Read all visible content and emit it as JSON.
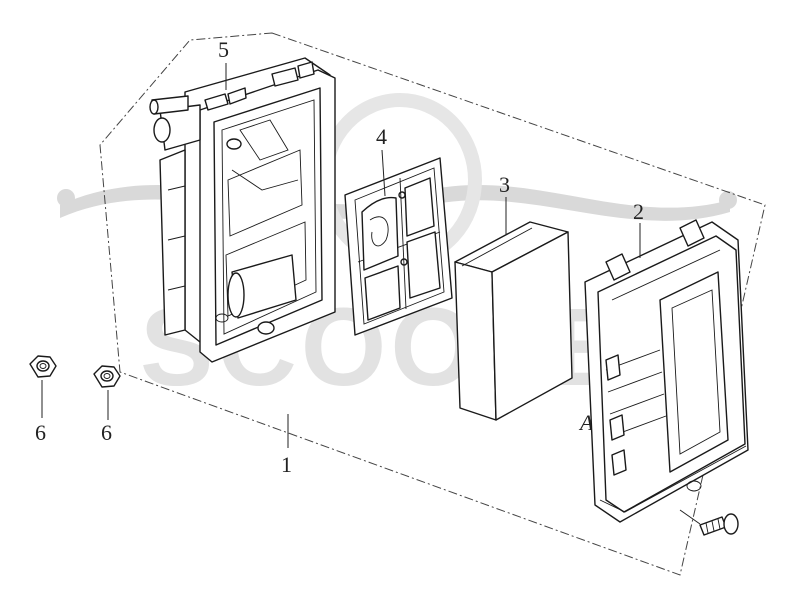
{
  "diagram": {
    "callouts": [
      {
        "id": "callout-1",
        "label": "1"
      },
      {
        "id": "callout-2",
        "label": "2"
      },
      {
        "id": "callout-3",
        "label": "3"
      },
      {
        "id": "callout-4",
        "label": "4"
      },
      {
        "id": "callout-5",
        "label": "5"
      },
      {
        "id": "callout-6a",
        "label": "6"
      },
      {
        "id": "callout-6b",
        "label": "6"
      }
    ],
    "watermark": {
      "text": "SCOOTER",
      "script": "Ad"
    },
    "colors": {
      "line": "#1a1a1a",
      "watermark": "#e2e2e2",
      "background": "#ffffff"
    }
  }
}
